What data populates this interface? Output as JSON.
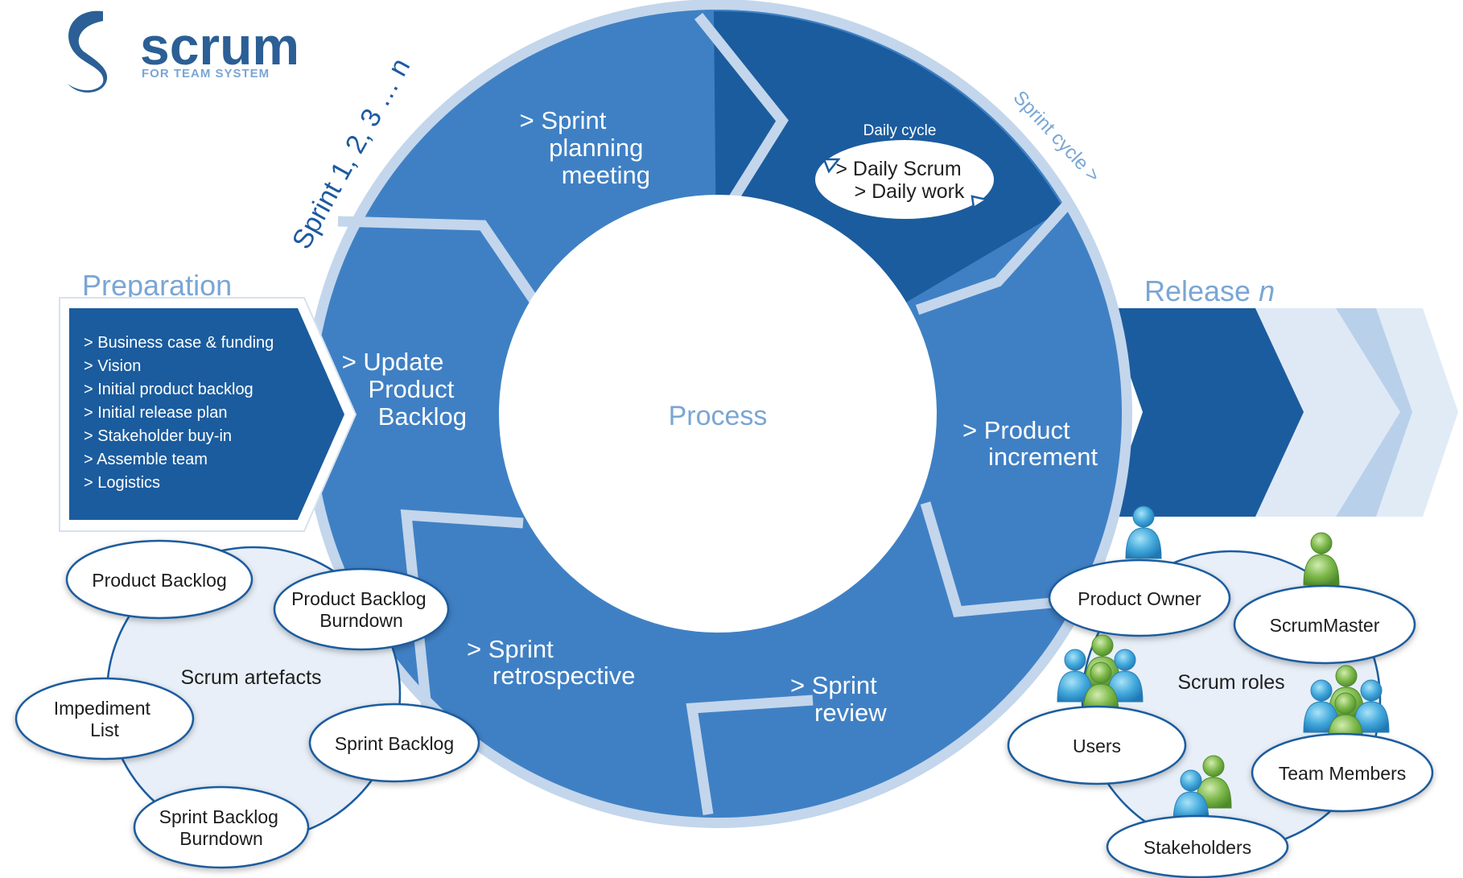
{
  "logo": {
    "word": "scrum",
    "sub": "FOR TEAM SYSTEM"
  },
  "sprint_label": "Sprint 1, 2, 3 … n",
  "sprint_cycle_label": "Sprint cycle >",
  "center": {
    "label": "Process"
  },
  "phases": {
    "planning": [
      "> Sprint",
      "planning",
      "meeting"
    ],
    "daily_cycle_title": "Daily cycle",
    "daily": [
      "> Daily Scrum",
      "> Daily work"
    ],
    "update": [
      "> Update",
      "Product",
      "Backlog"
    ],
    "increment": [
      "> Product",
      "increment"
    ],
    "review": [
      "> Sprint",
      "review"
    ],
    "retro": [
      "> Sprint",
      "retrospective"
    ]
  },
  "preparation": {
    "title": "Preparation",
    "items": [
      "> Business case & funding",
      "> Vision",
      "> Initial product backlog",
      "> Initial release plan",
      "> Stakeholder buy-in",
      "> Assemble team",
      "> Logistics"
    ]
  },
  "release": {
    "title": "Release",
    "n": "n"
  },
  "artefacts": {
    "title": "Scrum artefacts",
    "product_backlog": "Product Backlog",
    "pb_burndown": [
      "Product Backlog",
      "Burndown"
    ],
    "impediment": [
      "Impediment",
      "List"
    ],
    "sprint_backlog": "Sprint Backlog",
    "sb_burndown": [
      "Sprint Backlog",
      "Burndown"
    ]
  },
  "roles": {
    "title": "Scrum roles",
    "product_owner": "Product Owner",
    "scrummaster": "ScrumMaster",
    "users": "Users",
    "team_members": "Team Members",
    "stakeholders": "Stakeholders"
  },
  "colors": {
    "outer_ring": "#c3d6ec",
    "segment": "#3f80c4",
    "segment_dark": "#1b5c9e",
    "navy": "#0f4f91",
    "light_text": "#7aa6d4",
    "bubble_fill": "#e8eff8",
    "person_blue": "#4db0e0",
    "person_green": "#7cb84a"
  }
}
